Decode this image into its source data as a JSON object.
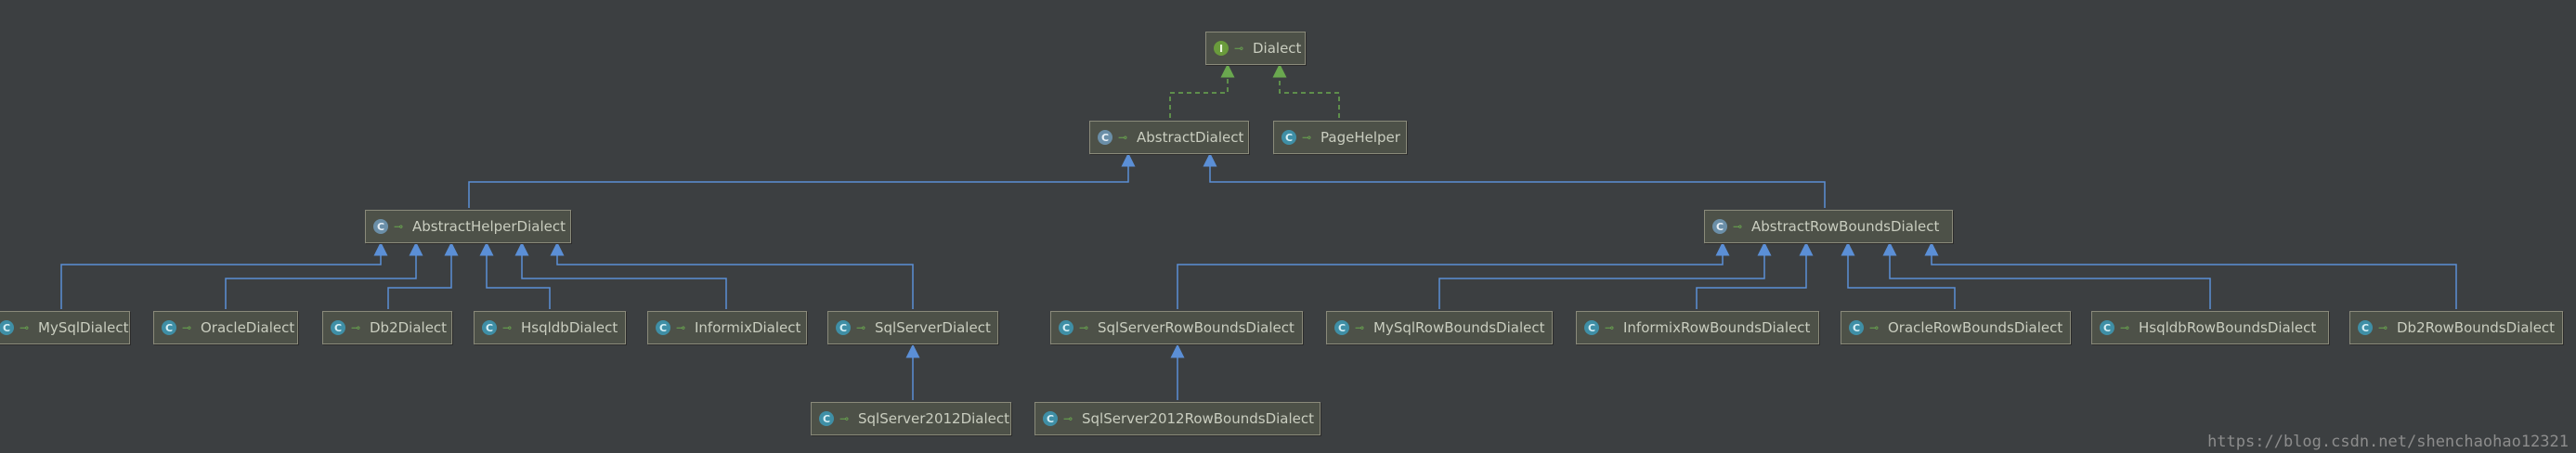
{
  "diagram": {
    "nodes": {
      "dialect": {
        "label": "Dialect",
        "kind": "interface",
        "badge": "I"
      },
      "abstract_dialect": {
        "label": "AbstractDialect",
        "kind": "abstract",
        "badge": "C"
      },
      "page_helper": {
        "label": "PageHelper",
        "kind": "class",
        "badge": "C"
      },
      "abstract_helper_dialect": {
        "label": "AbstractHelperDialect",
        "kind": "abstract",
        "badge": "C"
      },
      "abstract_row_bounds_dialect": {
        "label": "AbstractRowBoundsDialect",
        "kind": "abstract",
        "badge": "C"
      },
      "mysql_dialect": {
        "label": "MySqlDialect",
        "kind": "class",
        "badge": "C"
      },
      "oracle_dialect": {
        "label": "OracleDialect",
        "kind": "class",
        "badge": "C"
      },
      "db2_dialect": {
        "label": "Db2Dialect",
        "kind": "class",
        "badge": "C"
      },
      "hsqldb_dialect": {
        "label": "HsqldbDialect",
        "kind": "class",
        "badge": "C"
      },
      "informix_dialect": {
        "label": "InformixDialect",
        "kind": "class",
        "badge": "C"
      },
      "sqlserver_dialect": {
        "label": "SqlServerDialect",
        "kind": "class",
        "badge": "C"
      },
      "sqlserver2012_dialect": {
        "label": "SqlServer2012Dialect",
        "kind": "class",
        "badge": "C"
      },
      "sqlserver_rb_dialect": {
        "label": "SqlServerRowBoundsDialect",
        "kind": "class",
        "badge": "C"
      },
      "sqlserver2012_rb_dialect": {
        "label": "SqlServer2012RowBoundsDialect",
        "kind": "class",
        "badge": "C"
      },
      "mysql_rb_dialect": {
        "label": "MySqlRowBoundsDialect",
        "kind": "class",
        "badge": "C"
      },
      "informix_rb_dialect": {
        "label": "InformixRowBoundsDialect",
        "kind": "class",
        "badge": "C"
      },
      "oracle_rb_dialect": {
        "label": "OracleRowBoundsDialect",
        "kind": "class",
        "badge": "C"
      },
      "hsqldb_rb_dialect": {
        "label": "HsqldbRowBoundsDialect",
        "kind": "class",
        "badge": "C"
      },
      "db2_rb_dialect": {
        "label": "Db2RowBoundsDialect",
        "kind": "class",
        "badge": "C"
      }
    },
    "edges": [
      {
        "from": "abstract_dialect",
        "to": "dialect",
        "type": "implements"
      },
      {
        "from": "page_helper",
        "to": "dialect",
        "type": "implements"
      },
      {
        "from": "abstract_helper_dialect",
        "to": "abstract_dialect",
        "type": "extends"
      },
      {
        "from": "abstract_row_bounds_dialect",
        "to": "abstract_dialect",
        "type": "extends"
      },
      {
        "from": "mysql_dialect",
        "to": "abstract_helper_dialect",
        "type": "extends"
      },
      {
        "from": "oracle_dialect",
        "to": "abstract_helper_dialect",
        "type": "extends"
      },
      {
        "from": "db2_dialect",
        "to": "abstract_helper_dialect",
        "type": "extends"
      },
      {
        "from": "hsqldb_dialect",
        "to": "abstract_helper_dialect",
        "type": "extends"
      },
      {
        "from": "informix_dialect",
        "to": "abstract_helper_dialect",
        "type": "extends"
      },
      {
        "from": "sqlserver_dialect",
        "to": "abstract_helper_dialect",
        "type": "extends"
      },
      {
        "from": "sqlserver2012_dialect",
        "to": "sqlserver_dialect",
        "type": "extends"
      },
      {
        "from": "sqlserver_rb_dialect",
        "to": "abstract_row_bounds_dialect",
        "type": "extends"
      },
      {
        "from": "sqlserver2012_rb_dialect",
        "to": "sqlserver_rb_dialect",
        "type": "extends"
      },
      {
        "from": "mysql_rb_dialect",
        "to": "abstract_row_bounds_dialect",
        "type": "extends"
      },
      {
        "from": "informix_rb_dialect",
        "to": "abstract_row_bounds_dialect",
        "type": "extends"
      },
      {
        "from": "oracle_rb_dialect",
        "to": "abstract_row_bounds_dialect",
        "type": "extends"
      },
      {
        "from": "hsqldb_rb_dialect",
        "to": "abstract_row_bounds_dialect",
        "type": "extends"
      },
      {
        "from": "db2_rb_dialect",
        "to": "abstract_row_bounds_dialect",
        "type": "extends"
      }
    ],
    "colors": {
      "background": "#3c3f41",
      "extends_line": "#5b8fd6",
      "implements_line": "#6aa84f",
      "node_fill": "#4d5148",
      "node_border": "#8a8a7a",
      "text": "#c9cdbf"
    }
  },
  "watermark": "https://blog.csdn.net/shenchaohao12321"
}
